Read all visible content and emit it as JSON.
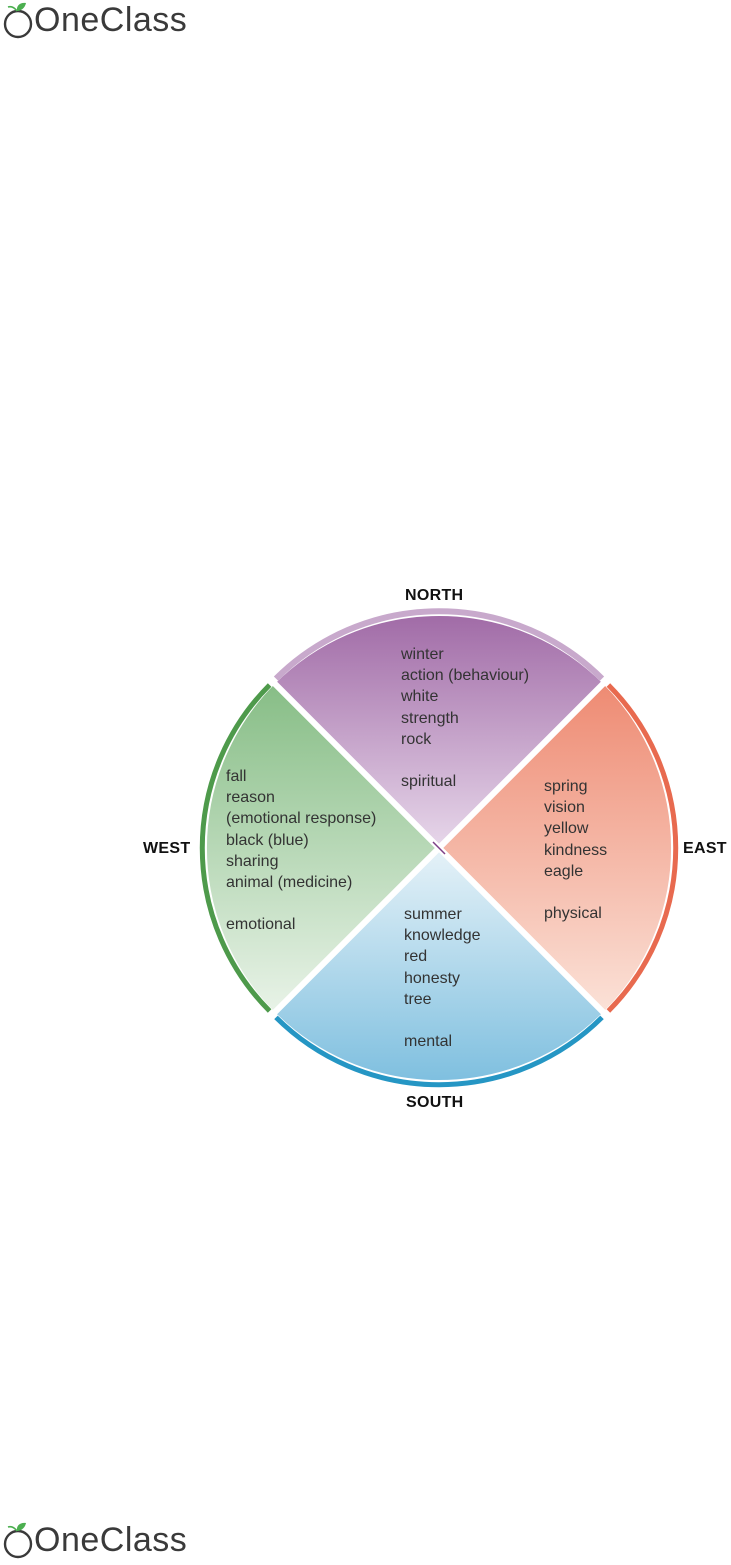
{
  "brand": {
    "name": "OneClass",
    "colors": {
      "leaf": "#4caf50",
      "text": "#3a3a3a"
    }
  },
  "diagram": {
    "directions": {
      "north": "NORTH",
      "east": "EAST",
      "south": "SOUTH",
      "west": "WEST"
    },
    "quadrants": {
      "north": {
        "items": [
          "winter",
          "action (behaviour)",
          "white",
          "strength",
          "rock"
        ],
        "aspect": "spiritual",
        "color": "#a872ac"
      },
      "east": {
        "items": [
          "spring",
          "vision",
          "yellow",
          "kindness",
          "eagle"
        ],
        "aspect": "physical",
        "color": "#f0907a"
      },
      "south": {
        "items": [
          "summer",
          "knowledge",
          "red",
          "honesty",
          "tree"
        ],
        "aspect": "mental",
        "color": "#7cbcdc"
      },
      "west": {
        "items": [
          "fall",
          "reason",
          "(emotional response)",
          "black (blue)",
          "sharing",
          "animal (medicine)"
        ],
        "aspect": "emotional",
        "color": "#8cc08a"
      }
    }
  }
}
